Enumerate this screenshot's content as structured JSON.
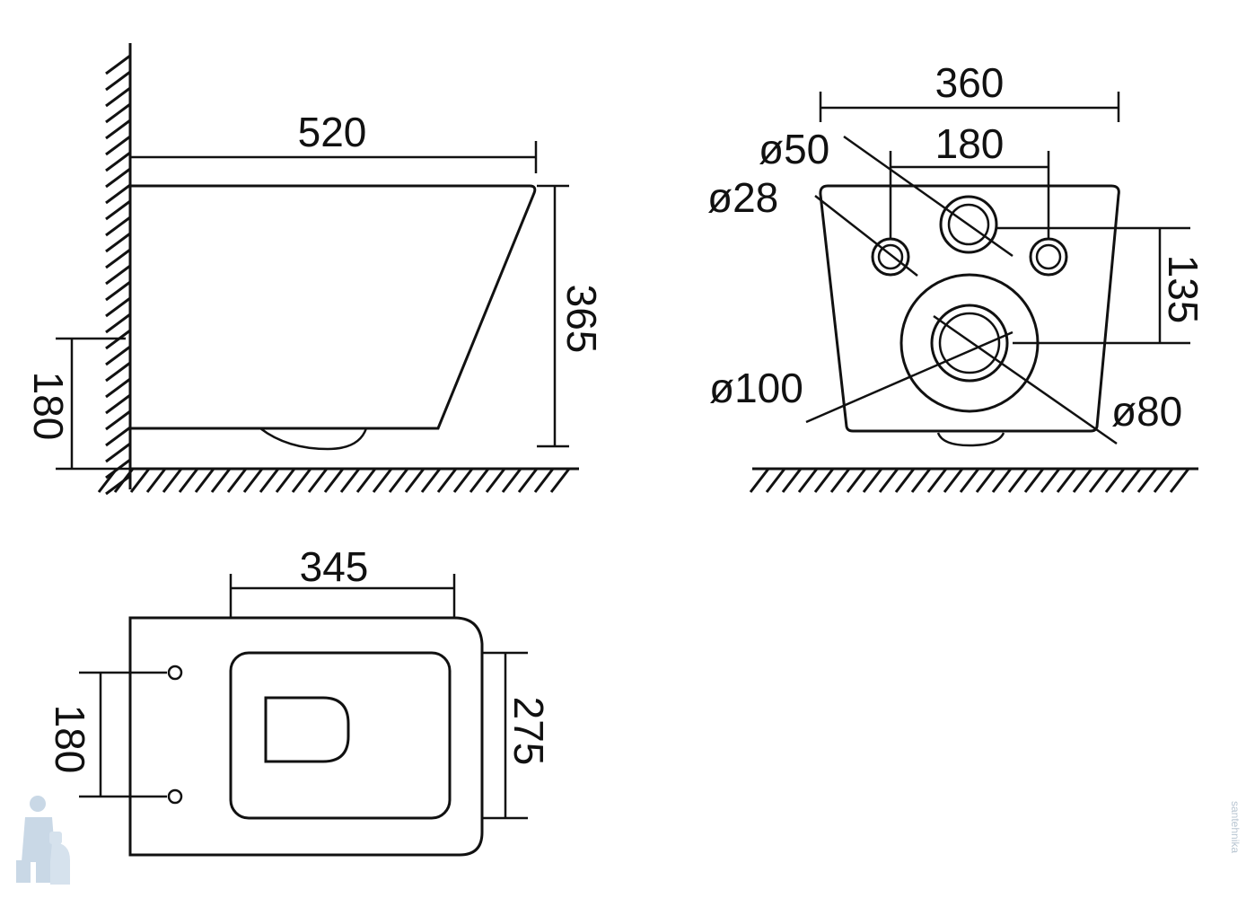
{
  "side_view": {
    "length": "520",
    "height": "365",
    "inlet_height": "180"
  },
  "rear_view": {
    "width": "360",
    "bolt_spacing": "180",
    "inlet_to_outlet": "135",
    "dia_water_inlet": "ø50",
    "dia_bolt_hole": "ø28",
    "dia_outlet_outer": "ø100",
    "dia_outlet_inner": "ø80"
  },
  "top_view": {
    "depth": "345",
    "bowl_width": "275",
    "bolt_spacing": "180"
  },
  "watermark": {
    "text": "santehnika"
  }
}
